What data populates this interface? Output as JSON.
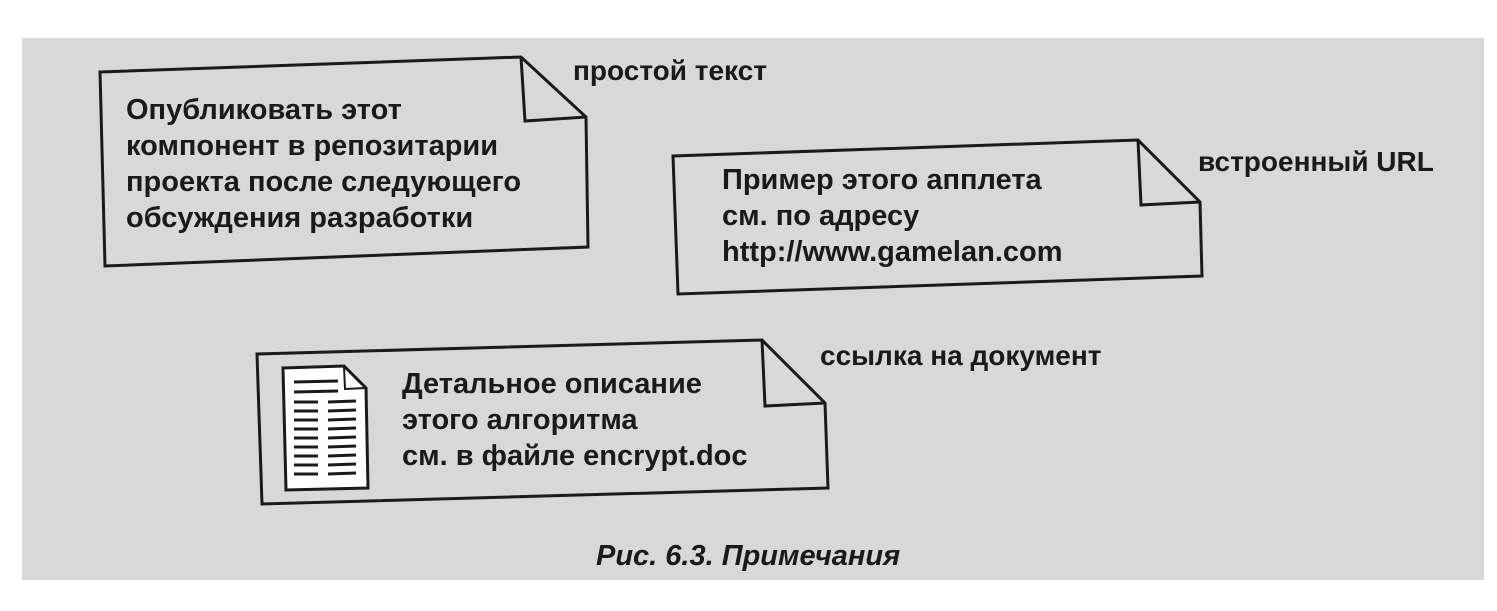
{
  "notes": [
    {
      "id": "plain-text",
      "lines": [
        "Опубликовать этот",
        "компонент в репозитарии",
        "проекта после следующего",
        "обсуждения разработки"
      ],
      "label": "простой текст"
    },
    {
      "id": "embedded-url",
      "lines": [
        "Пример этого апплета",
        "см. по адресу",
        "http://www.gamelan.com"
      ],
      "label": "встроенный URL"
    },
    {
      "id": "document-link",
      "lines": [
        "Детальное описание",
        "этого алгоритма",
        "см. в файле encrypt.doc"
      ],
      "label": "ссылка на документ",
      "icon": "document-icon"
    }
  ],
  "caption": "Рис. 6.3. Примечания",
  "colors": {
    "background": "#d8d8d8",
    "ink": "#1a1a1a",
    "page": "#ffffff"
  }
}
